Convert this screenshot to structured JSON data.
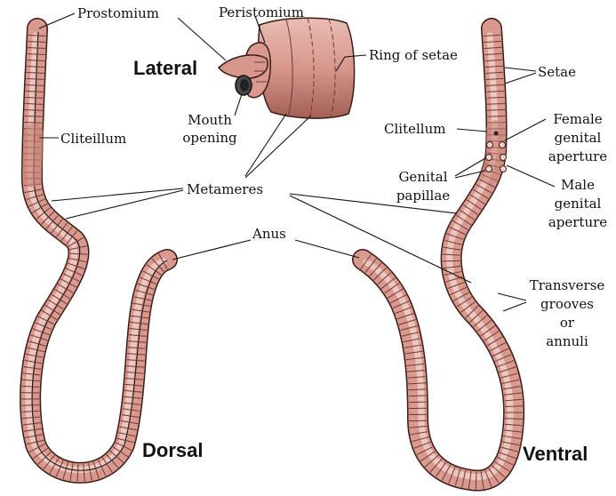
{
  "views": {
    "lateral": "Lateral",
    "dorsal": "Dorsal",
    "ventral": "Ventral"
  },
  "labels": {
    "prostomium": "Prostomium",
    "peristomium": "Peristomium",
    "ring_of_setae": "Ring of setae",
    "mouth_opening": [
      "Mouth",
      "opening"
    ],
    "clitellum_left": "Cliteillum",
    "metameres": "Metameres",
    "anus": "Anus",
    "setae": "Setae",
    "clitellum_right": "Clitellum",
    "female_genital_aperture": [
      "Female",
      "genital",
      "aperture"
    ],
    "genital_papillae": [
      "Genital",
      "papillae"
    ],
    "male_genital_aperture": [
      "Male",
      "genital",
      "aperture"
    ],
    "transverse_grooves": [
      "Transverse",
      "grooves",
      "or",
      "annuli"
    ]
  },
  "colors": {
    "skin": "#d9998f",
    "skin_light": "#f1d2cb",
    "skin_dark": "#a35f55",
    "outline": "#3a1c18",
    "clitellum": "#c98377"
  }
}
